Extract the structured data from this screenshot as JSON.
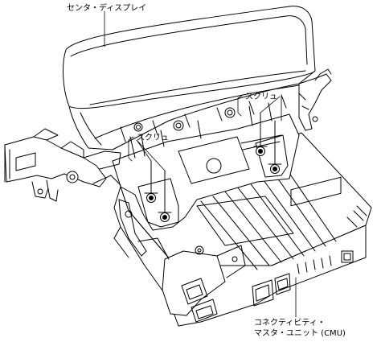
{
  "labels": {
    "center_display": "センタ・ディスプレイ",
    "screw_left": "スクリュ",
    "screw_right": "スクリュ",
    "cmu_line1": "コネクティビティ・",
    "cmu_line2": "マスタ・ユニット (CMU)"
  },
  "colors": {
    "line": "#000000",
    "background": "#ffffff"
  }
}
